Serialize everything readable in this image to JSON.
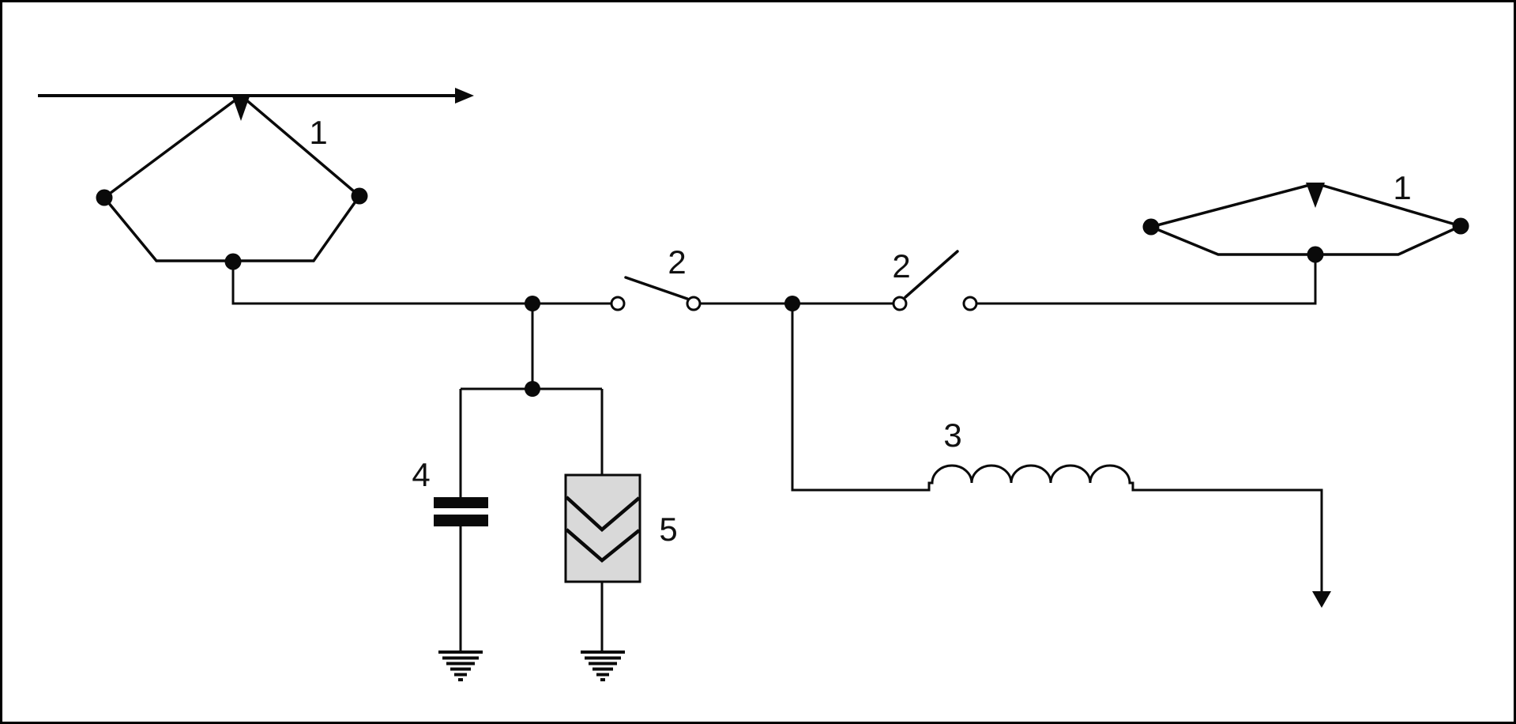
{
  "diagram": {
    "type": "electrical-schematic",
    "colors": {
      "bg": "#ffffff",
      "line": "#0a0a0a",
      "label": "#111111",
      "arrester-fill": "#d9d9d9",
      "terminal-fill": "#ffffff",
      "frame": "#000000"
    },
    "labels": {
      "pantograph_left": "1",
      "pantograph_right": "1",
      "disconnector_left": "2",
      "disconnector_right": "2",
      "inductor": "3",
      "capacitor": "4",
      "surge_arrester": "5"
    }
  }
}
